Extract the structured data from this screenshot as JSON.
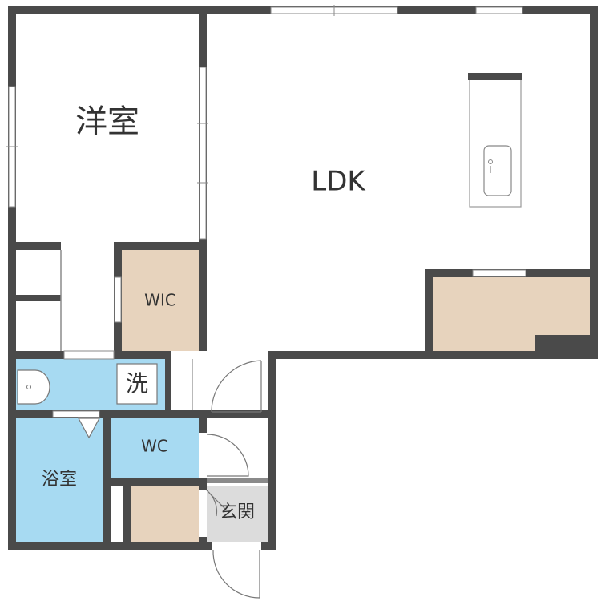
{
  "rooms": {
    "western": {
      "label": "洋室"
    },
    "ldk": {
      "label": "LDK"
    },
    "wic": {
      "label": "WIC"
    },
    "washroom": {
      "label": "洗"
    },
    "wc": {
      "label": "WC"
    },
    "bath": {
      "label": "浴室"
    },
    "entrance": {
      "label": "玄関"
    }
  },
  "colors": {
    "wall": "#4a4a4a",
    "storage": "#e7d3bd",
    "water": "#a7daf2",
    "entrance": "#dcdcdc",
    "floor": "#ffffff"
  }
}
